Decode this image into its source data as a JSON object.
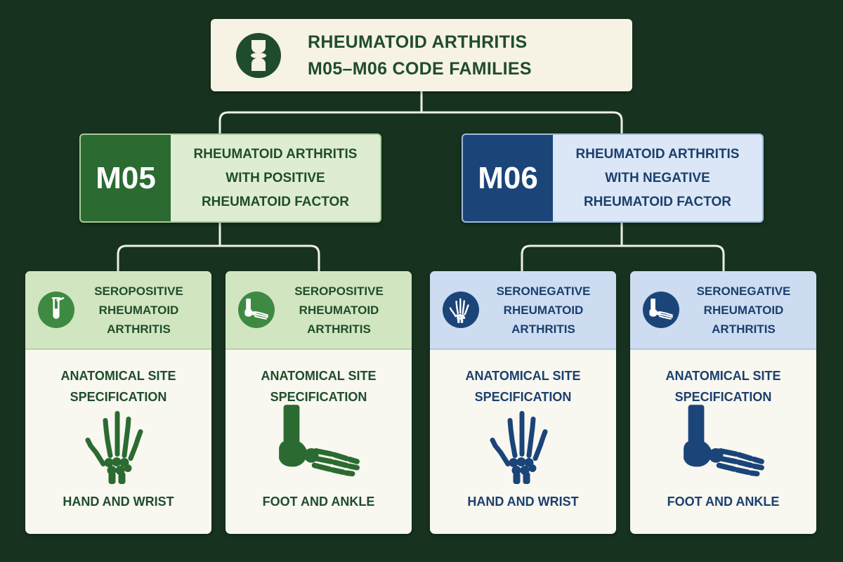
{
  "root": {
    "icon": "joint-icon",
    "title_line1": "Rheumatoid Arthritis",
    "title_line2": "M05–M06 Code Families"
  },
  "families": [
    {
      "code": "M05",
      "desc_line1": "Rheumatoid Arthritis",
      "desc_line2": "with Positive",
      "desc_line3": "Rheumatoid Factor",
      "color": "#2b6b31"
    },
    {
      "code": "M06",
      "desc_line1": "Rheumatoid Arthritis",
      "desc_line2": "with Negative",
      "desc_line3": "Rheumatoid Factor",
      "color": "#1b4579"
    }
  ],
  "cards": [
    {
      "icon": "test-tube-icon",
      "title_line1": "Seropositive",
      "title_line2": "Rheumatoid",
      "title_line3": "Arthritis",
      "spec_line1": "Anatomical Site",
      "spec_line2": "Specification",
      "illustration": "hand-bones-icon",
      "site": "Hand and Wrist"
    },
    {
      "icon": "foot-bones-icon",
      "title_line1": "Seropositive",
      "title_line2": "Rheumatoid",
      "title_line3": "Arthritis",
      "spec_line1": "Anatomical Site",
      "spec_line2": "Specification",
      "illustration": "foot-bones-icon",
      "site": "Foot and Ankle"
    },
    {
      "icon": "hand-bones-icon",
      "title_line1": "Seronegative",
      "title_line2": "Rheumatoid",
      "title_line3": "Arthritis",
      "spec_line1": "Anatomical Site",
      "spec_line2": "Specification",
      "illustration": "hand-bones-icon",
      "site": "Hand and Wrist"
    },
    {
      "icon": "foot-bones-icon",
      "title_line1": "Seronegative",
      "title_line2": "Rheumatoid",
      "title_line3": "Arthritis",
      "spec_line1": "Anatomical Site",
      "spec_line2": "Specification",
      "illustration": "foot-bones-icon",
      "site": "Foot and Ankle"
    }
  ],
  "colors": {
    "background": "#17331f",
    "green": "#2b6b31",
    "blue": "#1b4579",
    "connector": "#eef0e4"
  }
}
